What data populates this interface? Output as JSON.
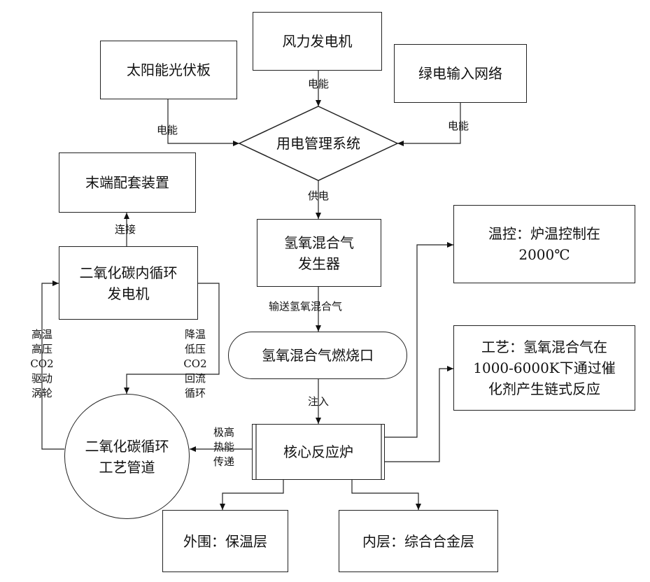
{
  "nodes": {
    "solar_panel": "太阳能光伏板",
    "wind_turbine": "风力发电机",
    "green_grid": "绿电输入网络",
    "power_mgmt": "用电管理系统",
    "terminal_device": "末端配套装置",
    "hho_generator": [
      "氢氧混合气",
      "发生器"
    ],
    "temp_control": [
      "温控：炉温控制在",
      "2000℃"
    ],
    "co2_generator": [
      "二氧化碳内循环",
      "发电机"
    ],
    "hho_burner": "氢氧混合气燃烧口",
    "process": [
      "工艺：氢氧混合气在",
      "1000-6000K下通过催",
      "化剂产生链式反应"
    ],
    "co2_pipe": [
      "二氧化碳循环",
      "工艺管道"
    ],
    "core_reactor": "核心反应炉",
    "outer_layer": "外围：保温层",
    "inner_layer": "内层：综合合金层"
  },
  "edge_labels": {
    "wind_power": "电能",
    "solar_power": "电能",
    "grid_power": "电能",
    "supply": "供电",
    "connect": "连接",
    "transport": "输送氢氧混合气",
    "inject": "注入",
    "hot_co2": [
      "高温",
      "高压",
      "CO2",
      "驱动",
      "涡轮"
    ],
    "cool_co2": [
      "降温",
      "低压",
      "CO2",
      "回流",
      "循环"
    ],
    "heat_transfer": [
      "极高",
      "热能",
      "传递"
    ]
  }
}
